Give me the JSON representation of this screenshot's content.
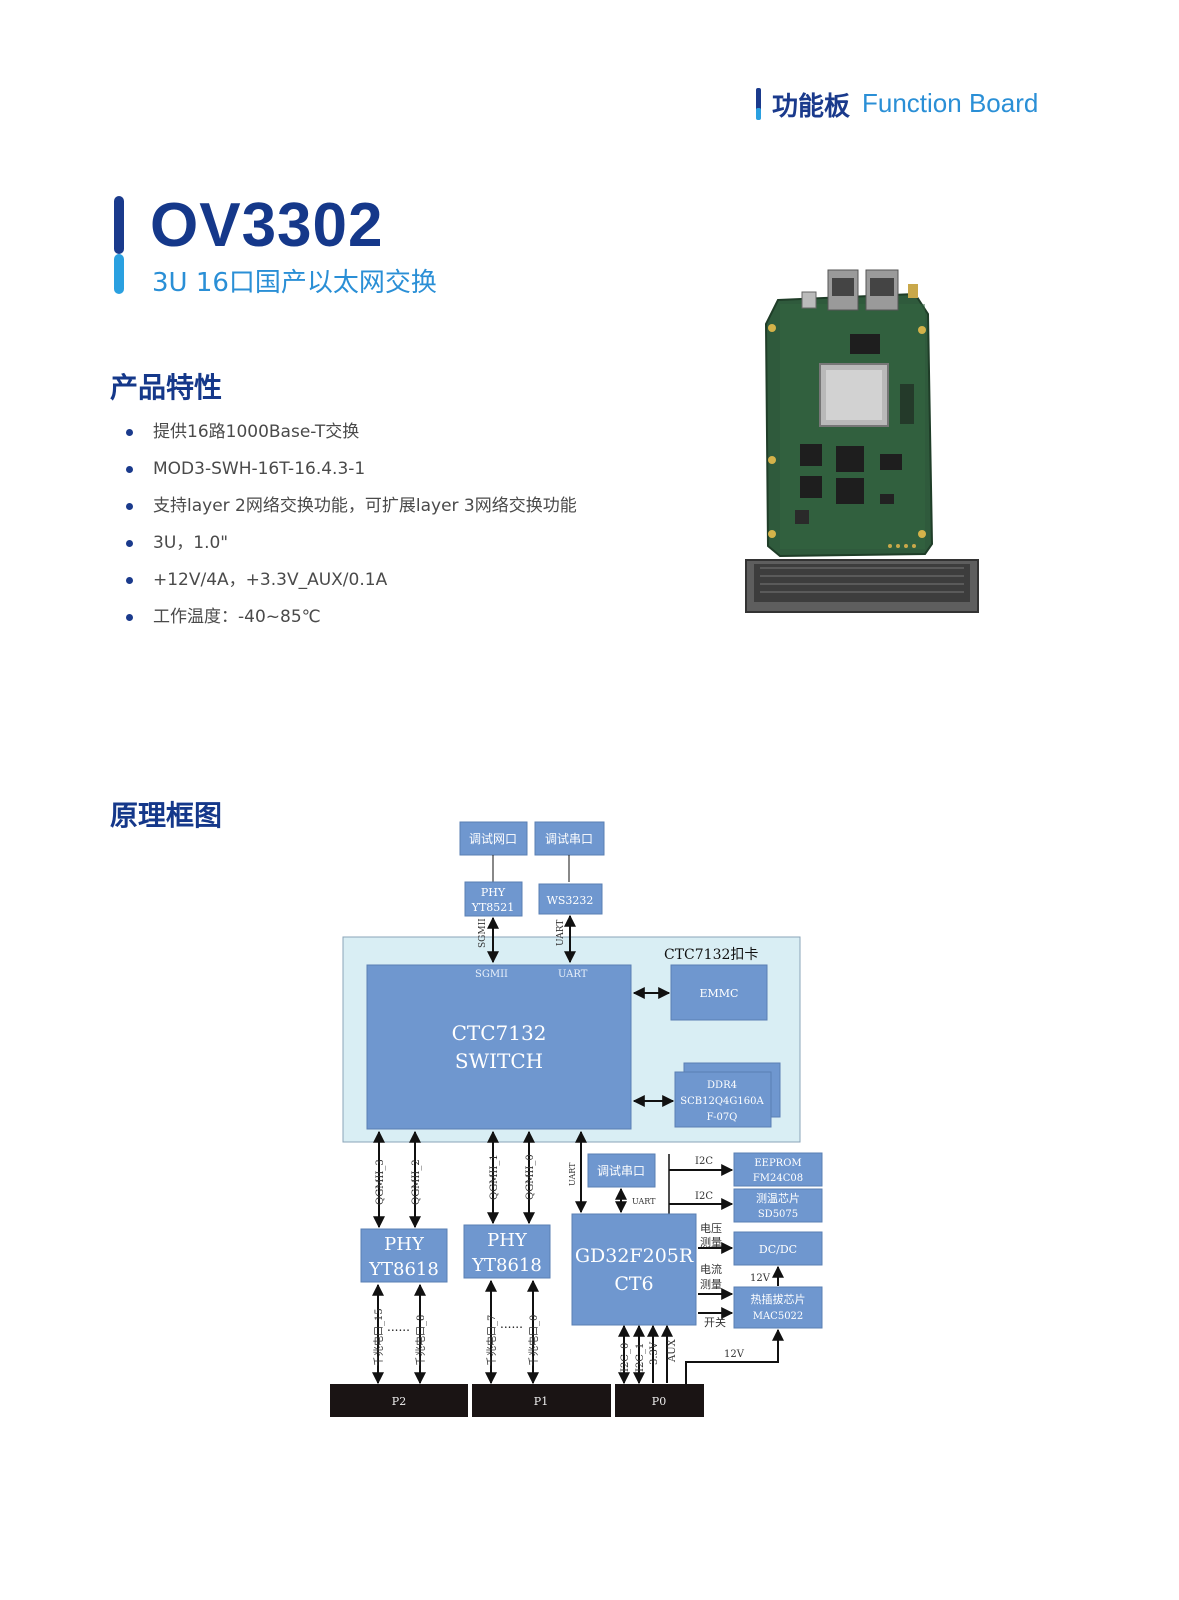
{
  "header": {
    "category_cn": "功能板",
    "category_en": "Function Board"
  },
  "product": {
    "model": "OV3302",
    "subtitle": "3U 16口国产以太网交换"
  },
  "features": {
    "heading": "产品特性",
    "items": [
      "提供16路1000Base-T交换",
      "MOD3-SWH-16T-16.4.3-1",
      "支持layer 2网络交换功能，可扩展layer 3网络交换功能",
      "3U，1.0\"",
      "+12V/4A，+3.3V_AUX/0.1A",
      "工作温度：-40~85℃"
    ]
  },
  "diagram": {
    "heading": "原理框图",
    "debug_net": "调试网口",
    "debug_serial": "调试串口",
    "phy_top": [
      "PHY",
      "YT8521"
    ],
    "ws": "WS3232",
    "sgmii_v": "SGMII",
    "uart_v": "UART",
    "card_label": "CTC7132扣卡",
    "sgmii": "SGMII",
    "uart": "UART",
    "switch": [
      "CTC7132",
      "SWITCH"
    ],
    "emmc": "EMMC",
    "ddr": [
      "DDR4",
      "SCB12Q4G160A",
      "F-07Q"
    ],
    "qgmii": [
      "QGMII_3",
      "QGMII_2",
      "QGMII_1",
      "QGMII_0"
    ],
    "uart_v2": "UART",
    "debug_serial2": "调试串口",
    "uart_small": "UART",
    "i2c_a": "I2C",
    "i2c_b": "I2C",
    "eeprom": [
      "EEPROM",
      "FM24C08"
    ],
    "temp": [
      "测温芯片",
      "SD5075"
    ],
    "phy_left": [
      "PHY",
      "YT8618"
    ],
    "phy_mid": [
      "PHY",
      "YT8618"
    ],
    "mcu": [
      "GD32F205R",
      "CT6"
    ],
    "volt": [
      "电压",
      "测量"
    ],
    "curr": [
      "电流",
      "测量"
    ],
    "switch_cn": "开关",
    "dcdc": "DC/DC",
    "v12_a": "12V",
    "hotswap": [
      "热插拔芯片",
      "MAC5022"
    ],
    "ports": [
      "千兆电口_15",
      "千兆电口_8",
      "千兆电口_7",
      "千兆电口_0"
    ],
    "dots": "......",
    "pins": [
      "I2C_0",
      "I2C_1",
      "3.3V",
      "AUX"
    ],
    "v12_b": "12V",
    "p2": "P2",
    "p1": "P1",
    "p0": "P0"
  },
  "colors": {
    "brand_dark": "#15388a",
    "brand_light": "#2a8fd6",
    "box_fill": "#6f97cf",
    "card_bg": "#d9eef4"
  }
}
